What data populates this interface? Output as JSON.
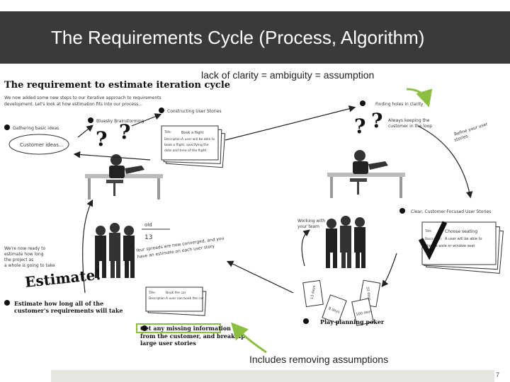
{
  "slide": {
    "title": "The Requirements Cycle (Process, Algorithm)",
    "callout_top": "lack of clarity = ambiguity = assumption",
    "callout_bottom": "Includes removing assumptions",
    "page_number": "7"
  },
  "figure": {
    "heading": "The requirement to estimate iteration cycle",
    "intro": [
      "We now added some new steps to our iterative approach to requirements",
      "development. Let's look at how estimation fits into our process..."
    ],
    "steps": {
      "s1": "Gathering basic ideas",
      "bubble": "Customer ideas...",
      "s2": "Bluesky Brainstorming",
      "s3": "Constructing User Stories",
      "s4": "Finding holes in clarity",
      "s5": "Clear, Customer-Focused User Stories",
      "s6": "Play planning poker",
      "s7_line1": "Get any missing information",
      "s7_line2": "from the customer, and break up",
      "s7_line3": "large user stories",
      "s8_line1": "Estimate how long all of the",
      "s8_line2": "customer's requirements will take"
    },
    "notes": {
      "refine": [
        "Refine your user",
        "stories"
      ],
      "keeping": [
        "Always keeping the",
        "customer in the loop"
      ],
      "working": [
        "Working with",
        "your team"
      ],
      "ready": [
        "We're now ready to",
        "estimate how long",
        "the project as",
        "a whole is going to take"
      ],
      "spreads": [
        "Your spreads are now converged, and you",
        "have an estimate on each user story"
      ],
      "old": "old",
      "old_val": "13",
      "estimate_big": "Estimate!",
      "question": "?"
    },
    "cards": {
      "t1": "Title:",
      "v1": "Book a flight",
      "d1": "Description:",
      "dv1": [
        "A user will be able to",
        "book a flight, specifying the",
        "date and time of the flight"
      ],
      "t2": "Title:",
      "v2": "Choose seating",
      "d2": "Description:",
      "dv2": [
        "A user will be able to",
        "choose aisle or window seat"
      ],
      "t3": "Title:",
      "v3": "Book the car",
      "d3": "Description:",
      "dv3": "A user can book the car"
    },
    "poker": [
      "13 days",
      "8 days",
      "20 days",
      "100 days"
    ]
  }
}
